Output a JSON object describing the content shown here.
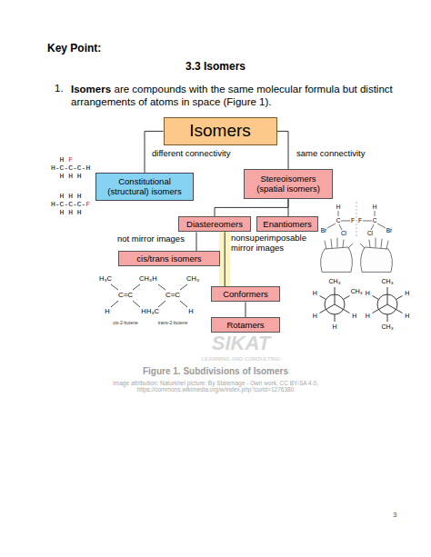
{
  "diagram": {
    "title": "3.3 Isomers",
    "caption": "Figure 1. Subdivisions of Isomers",
    "nodes": [
      {
        "text": [
          "Isomers"
        ]
      },
      {
        "text": [
          "Constitutional (structural) isomers"
        ]
      },
      {
        "text": [
          "Stereoisomers (spatial isomers)"
        ]
      },
      {
        "text": [
          "Diastereomers"
        ]
      },
      {
        "text": [
          "Enantiomers"
        ]
      },
      {
        "text": [
          "cis/trans isomers"
        ]
      },
      {
        "text": [
          "Conformers"
        ]
      },
      {
        "text": [
          "Rotamers"
        ]
      }
    ],
    "edges": [
      {
        "from": 0,
        "to": 1,
        "arrow": "none",
        "label": "different connectivity"
      },
      {
        "from": 0,
        "to": 2,
        "arrow": "none",
        "label": "same connectivity"
      },
      {
        "from": 2,
        "to": 3,
        "arrow": "none"
      },
      {
        "from": 2,
        "to": 4,
        "arrow": "none"
      },
      {
        "from": 3,
        "to": 5,
        "arrow": "none",
        "label": "not mirror images"
      },
      {
        "from": 3,
        "to": 6,
        "arrow": "none"
      },
      {
        "from": 6,
        "to": 7,
        "arrow": "none"
      }
    ],
    "labels": [
      "Key Point:",
      "1.",
      "Isomers",
      "are compounds with the same molecular formula but distinct arrangements of atoms in space (Figure 1).",
      "H",
      "F",
      "H-C-C-C-H",
      "H H H",
      "H H H",
      "H-C-C-C-",
      "F",
      "H H H",
      "nonsuperimposable mirror images",
      "H₃C",
      "CH₃",
      "C=C",
      "H",
      "H",
      "cis-2-butene",
      "H",
      "CH₃",
      "C=C",
      "H₃C",
      "H",
      "trans-2-butene",
      "H",
      "C",
      "Br",
      "Cl",
      "F",
      "H",
      "C",
      "F",
      "Cl",
      "Br",
      "CH₃",
      "CH₃",
      "H",
      "H",
      "H",
      "H",
      "CH₃",
      "H",
      "H",
      "H",
      "H",
      "CH₃",
      "Image attribution: Naturkhel picture: By Stalemage - Own work, CC BY-SA 4.0, https://commons.wikimedia.org/w/index.php?curid=1276380",
      "3",
      "SIKAT",
      "LEARNING AND CONSULTING"
    ]
  }
}
